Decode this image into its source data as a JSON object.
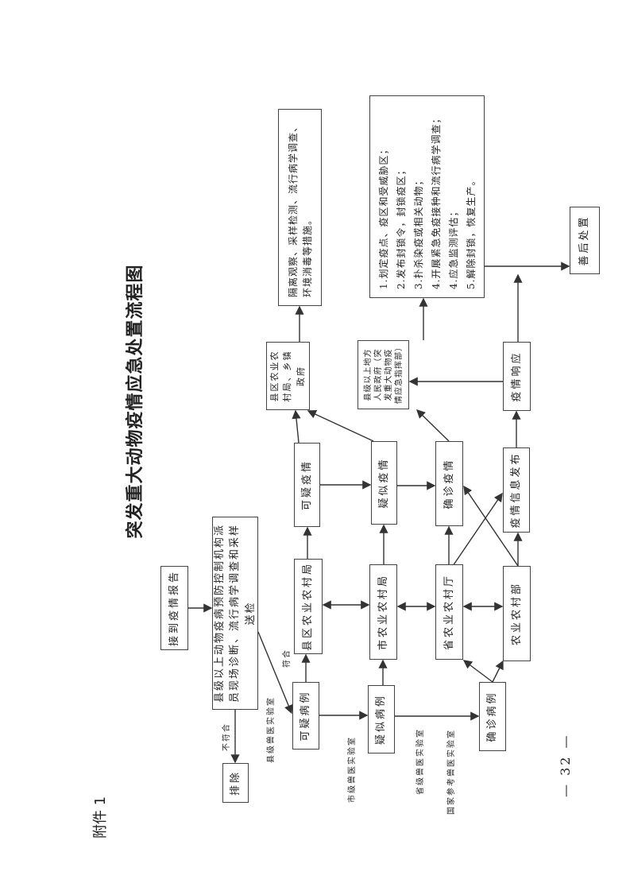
{
  "attachment_label": "附件 1",
  "title": "突发重大动物疫情应急处置流程图",
  "page_number": "— 32 —",
  "boxes": {
    "report": "接到疫情报告",
    "investigate": "县级以上动物疫病预防控制机构派员现场诊断、流行病学调查和采样送检",
    "exclude": "排除",
    "suspect_case": "可疑病例",
    "probable_case": "疑似病例",
    "confirmed_case": "确诊病例",
    "county_bureau": "县区农业农村局",
    "city_bureau": "市农业农村局",
    "province_dept": "省农业农村厅",
    "ministry": "农业农村部",
    "suspect_outbreak": "可疑疫情",
    "probable_outbreak": "疑似疫情",
    "confirmed_outbreak": "确诊疫情",
    "info_release": "疫情信息发布",
    "county_gov": "县区农业农村局、乡镇政府",
    "local_gov": "县级以上地方人民政府（突发重大动物疫情应急指挥部）",
    "response": "疫情响应",
    "isolation": "隔离观察、采样检测、流行病学调查、环境消毒等措施。",
    "aftermath": "善后处置",
    "measures": [
      "1.划定疫点、疫区和受威胁区；",
      "2.发布封锁令，封锁疫区；",
      "3.扑杀染疫或相关动物；",
      "4.开展紧急免疫接种和流行病学调查；",
      "4.应急监测评估；",
      "5.解除封锁，恢复生产。"
    ]
  },
  "labels": {
    "not_match": "不符合",
    "match": "符合",
    "county_lab": "县级兽医实验室",
    "city_lab": "市级兽医实验室",
    "province_lab": "省级兽医实验室",
    "national_lab": "国家参考兽医实验室"
  }
}
